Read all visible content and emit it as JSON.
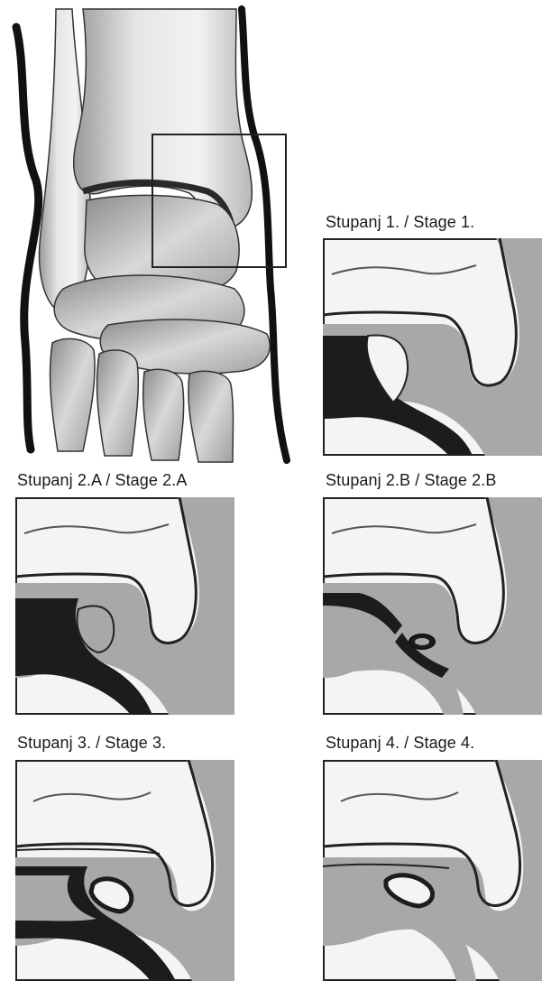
{
  "labels": {
    "stage_1": "Stupanj 1. / Stage 1.",
    "stage_2a": "Stupanj 2.A / Stage 2.A",
    "stage_2b": "Stupanj 2.B / Stage 2.B",
    "stage_3": "Stupanj 3. / Stage 3.",
    "stage_4": "Stupanj 4. / Stage 4."
  },
  "colors": {
    "bone_white": "#f4f4f4",
    "cartilage_gray": "#a8a8a8",
    "dark_fill": "#1c1c1c",
    "outline": "#222222"
  }
}
